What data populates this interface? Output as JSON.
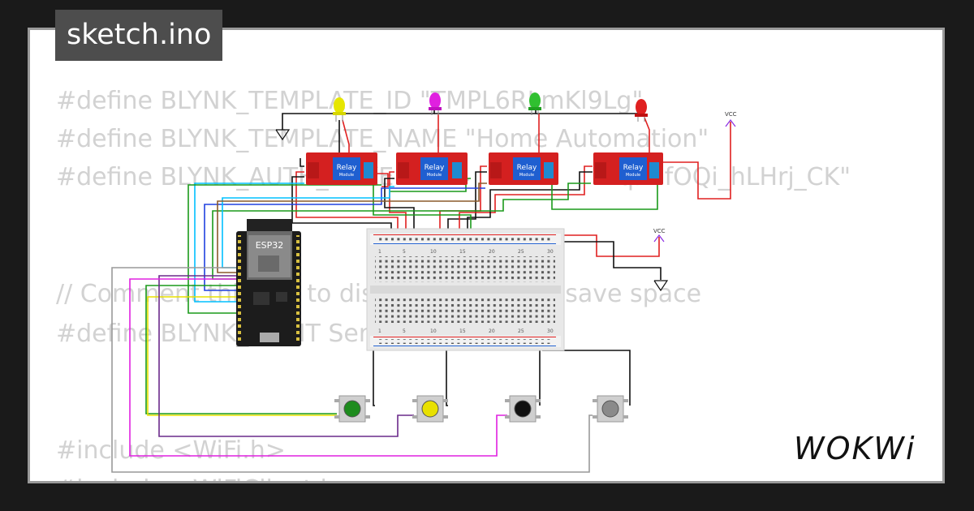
{
  "file_tab": {
    "label": "sketch.ino"
  },
  "code_lines": [
    "#define BLYNK_TEMPLATE_ID \"TMPL6RLmKl9Lg\"",
    "#define BLYNK_TEMPLATE_NAME \"Home Automation\"",
    "#define BLYNK_AUTH_TOKEN \"m4                 BqimfOQi_hLHrj_CK\"",
    "",
    "// Comment this out to disable prints and save space",
    "#define BLYNK_PRINT Serial",
    "",
    "#include <WiFi.h>",
    "#include <WiFiClient.h>"
  ],
  "esp32": {
    "label": "ESP32"
  },
  "relays": [
    {
      "label": "Relay",
      "sublabel": "Module"
    },
    {
      "label": "Relay",
      "sublabel": "Module"
    },
    {
      "label": "Relay",
      "sublabel": "Module"
    },
    {
      "label": "Relay",
      "sublabel": "Module"
    }
  ],
  "vcc_labels": [
    "VCC",
    "VCC"
  ],
  "leds": [
    {
      "color": "#e6e600"
    },
    {
      "color": "#e020e0"
    },
    {
      "color": "#30c030"
    },
    {
      "color": "#e02020"
    }
  ],
  "buttons": [
    {
      "color": "#1e8c1e"
    },
    {
      "color": "#e8e000"
    },
    {
      "color": "#111111"
    },
    {
      "color": "#8a8a8a"
    }
  ],
  "breadboard": {
    "col_numbers": [
      "1",
      "5",
      "10",
      "15",
      "20",
      "25",
      "30"
    ]
  },
  "logo": {
    "text": "WOKWi"
  }
}
